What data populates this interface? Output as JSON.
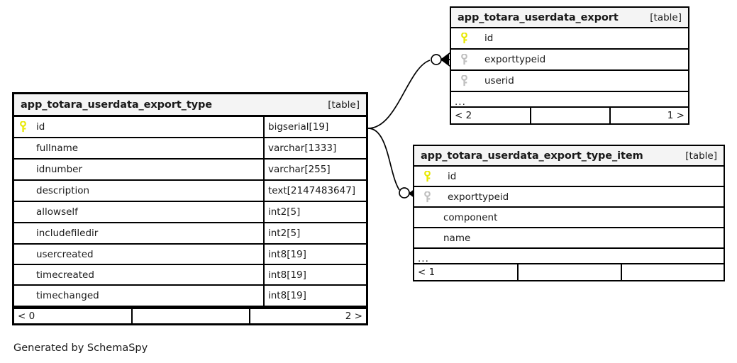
{
  "diagram": {
    "kind": "database-entity-relationship-diagram",
    "caption": "Generated by SchemaSpy",
    "table_tag": "[table]",
    "ellipsis": "...",
    "colors": {
      "primary_key": "#e8e800",
      "foreign_key": "#bfbfbf",
      "border": "#000000",
      "header_background": "#f4f4f4",
      "row_background": "#ffffff",
      "text": "#1a1a1a"
    }
  },
  "tables": {
    "export_type": {
      "name": "app_totara_userdata_export_type",
      "tag": "[table]",
      "columns": [
        {
          "key": "primary",
          "name": "id",
          "type": "bigserial[19]"
        },
        {
          "key": "none",
          "name": "fullname",
          "type": "varchar[1333]"
        },
        {
          "key": "none",
          "name": "idnumber",
          "type": "varchar[255]"
        },
        {
          "key": "none",
          "name": "description",
          "type": "text[2147483647]"
        },
        {
          "key": "none",
          "name": "allowself",
          "type": "int2[5]"
        },
        {
          "key": "none",
          "name": "includefiledir",
          "type": "int2[5]"
        },
        {
          "key": "none",
          "name": "usercreated",
          "type": "int8[19]"
        },
        {
          "key": "none",
          "name": "timecreated",
          "type": "int8[19]"
        },
        {
          "key": "none",
          "name": "timechanged",
          "type": "int8[19]"
        }
      ],
      "has_more_row": false,
      "footer": {
        "left": "< 0",
        "middle": "",
        "right": "2 >"
      }
    },
    "export": {
      "name": "app_totara_userdata_export",
      "tag": "[table]",
      "columns": [
        {
          "key": "primary",
          "name": "id",
          "type": ""
        },
        {
          "key": "foreign",
          "name": "exporttypeid",
          "type": ""
        },
        {
          "key": "foreign",
          "name": "userid",
          "type": ""
        }
      ],
      "has_more_row": true,
      "more": "...",
      "footer": {
        "left": "< 2",
        "middle": "",
        "right": "1 >"
      }
    },
    "export_type_item": {
      "name": "app_totara_userdata_export_type_item",
      "tag": "[table]",
      "columns": [
        {
          "key": "primary",
          "name": "id",
          "type": ""
        },
        {
          "key": "foreign",
          "name": "exporttypeid",
          "type": ""
        },
        {
          "key": "none",
          "name": "component",
          "type": ""
        },
        {
          "key": "none",
          "name": "name",
          "type": ""
        }
      ],
      "has_more_row": true,
      "more": "...",
      "footer": {
        "left": "< 1",
        "middle": "",
        "right": ""
      }
    }
  },
  "relationships": [
    {
      "from_table": "app_totara_userdata_export_type",
      "from_column": "id",
      "to_table": "app_totara_userdata_export",
      "to_column": "exporttypeid",
      "cardinality": "zero-or-many"
    },
    {
      "from_table": "app_totara_userdata_export_type",
      "from_column": "id",
      "to_table": "app_totara_userdata_export_type_item",
      "to_column": "exporttypeid",
      "cardinality": "zero-or-many"
    }
  ]
}
